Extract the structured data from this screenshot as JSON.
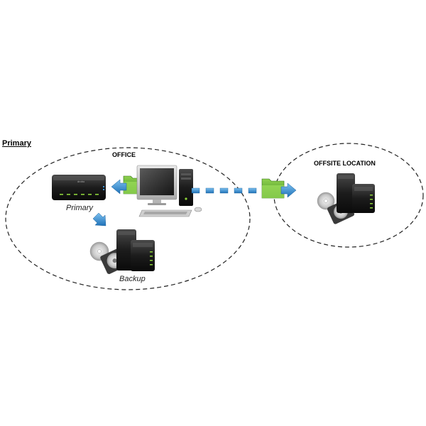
{
  "heading": "Primary",
  "zones": {
    "office": {
      "title": "OFFICE"
    },
    "offsite": {
      "title": "OFFSITE LOCATION"
    }
  },
  "devices": {
    "primary_caption": "Primary",
    "backup_caption": "Backup"
  },
  "colors": {
    "folder_green": "#5fae2f",
    "arrow_blue": "#3a93d6",
    "device_black": "#1b1b1b",
    "led_green": "#8dd33a",
    "dashed_line": "#222222"
  },
  "icons": [
    "desktop-computer-icon",
    "nas-array-icon",
    "backup-drive-icon",
    "hard-disk-icon",
    "folder-icon",
    "arrow-icon"
  ]
}
